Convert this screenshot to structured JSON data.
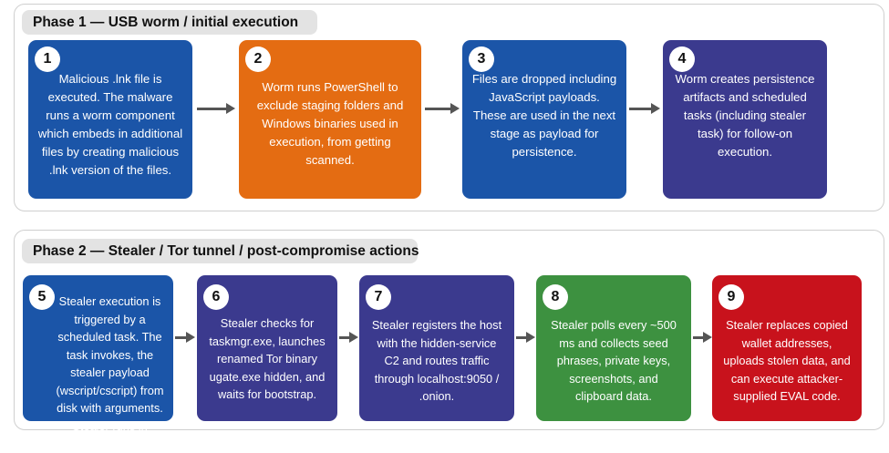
{
  "phase1": {
    "title": "Phase 1 — USB worm / initial execution",
    "steps": [
      {
        "num": "1",
        "color": "#1b55a8",
        "text": "Malicious .lnk file is executed. The malware runs a worm component which embeds in additional files by creating malicious .lnk version of the files."
      },
      {
        "num": "2",
        "color": "#e46c12",
        "text": "Worm runs PowerShell to exclude staging folders and Windows binaries used in execution, from getting scanned."
      },
      {
        "num": "3",
        "color": "#1b55a8",
        "text": "Files are dropped including JavaScript payloads. These are used in the next stage as payload for persistence."
      },
      {
        "num": "4",
        "color": "#3b3a8e",
        "text": "Worm creates persistence artifacts and scheduled tasks (including stealer task) for follow-on execution."
      }
    ]
  },
  "phase2": {
    "title": "Phase 2 — Stealer / Tor tunnel / post-compromise actions",
    "steps": [
      {
        "num": "5",
        "color": "#1b55a8",
        "text": "Stealer execution is triggered by a scheduled task. The task invokes, the stealer payload (wscript/cscript) from disk with arguments. Stealer runs in memory."
      },
      {
        "num": "6",
        "color": "#3b3a8e",
        "text": "Stealer checks for taskmgr.exe, launches renamed Tor binary ugate.exe hidden, and waits for bootstrap."
      },
      {
        "num": "7",
        "color": "#3b3a8e",
        "text": "Stealer registers the host with the hidden-service C2 and routes traffic through localhost:9050 / .onion."
      },
      {
        "num": "8",
        "color": "#3d9140",
        "text": "Stealer polls every ~500 ms and collects seed phrases, private keys, screenshots, and clipboard data."
      },
      {
        "num": "9",
        "color": "#c8121c",
        "text": "Stealer replaces copied wallet addresses, uploads stolen data, and can execute attacker-supplied EVAL code."
      }
    ]
  }
}
